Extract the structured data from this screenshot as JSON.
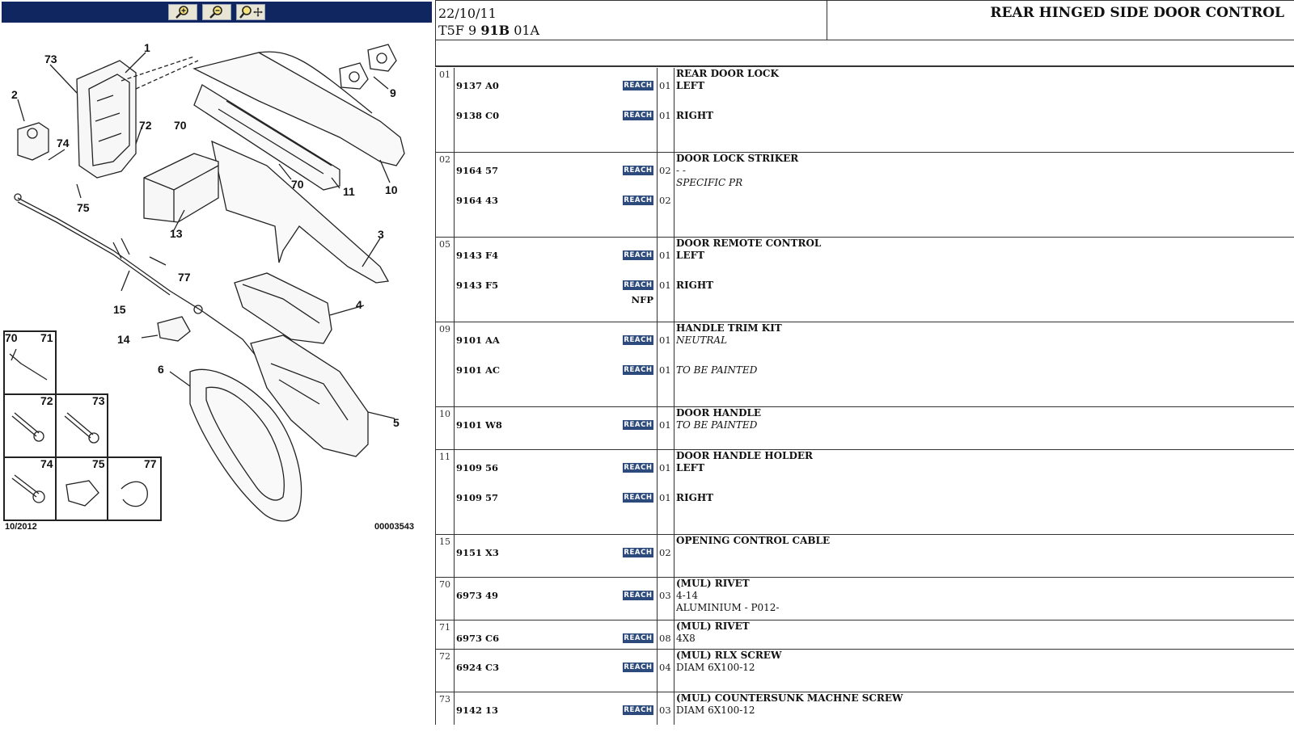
{
  "toolbar": {
    "buttons": [
      {
        "icon": "zoom-in-icon"
      },
      {
        "icon": "zoom-out-icon"
      },
      {
        "icon": "pan-icon"
      }
    ]
  },
  "diagram": {
    "callouts": [
      "73",
      "1",
      "2",
      "74",
      "70",
      "72",
      "75",
      "13",
      "15",
      "77",
      "14",
      "6",
      "11",
      "10",
      "9",
      "3",
      "4",
      "5",
      "70"
    ],
    "inset_labels": [
      "70",
      "71",
      "72",
      "73",
      "74",
      "75",
      "77"
    ],
    "date": "10/2012",
    "image_ref": "00003543"
  },
  "header": {
    "date": "22/10/11",
    "code_prefix": "T5F 9 ",
    "code_bold": "91B",
    "code_suffix": " 01A",
    "title": "REAR HINGED SIDE DOOR CONTROL"
  },
  "reach_label": "REACH",
  "groups": [
    {
      "ref": "01",
      "title": "REAR DOOR LOCK",
      "lines": [
        {
          "text": "LEFT",
          "style": "b"
        },
        {
          "text": "RIGHT",
          "style": "b"
        }
      ],
      "parts": [
        {
          "pn": "9137 A0",
          "qty": "01"
        },
        {
          "pn": "9138 C0",
          "qty": "01"
        }
      ]
    },
    {
      "ref": "02",
      "title": "DOOR LOCK STRIKER",
      "lines": [
        {
          "text": "- -",
          "style": "it"
        },
        {
          "text": "SPECIFIC PR",
          "style": "it"
        }
      ],
      "parts": [
        {
          "pn": "9164 57",
          "qty": "02"
        },
        {
          "pn": "9164 43",
          "qty": "02"
        }
      ]
    },
    {
      "ref": "05",
      "title": "DOOR REMOTE CONTROL",
      "lines": [
        {
          "text": "LEFT",
          "style": "b"
        },
        {
          "text": "RIGHT",
          "style": "b"
        }
      ],
      "parts": [
        {
          "pn": "9143 F4",
          "qty": "01"
        },
        {
          "pn": "9143 F5",
          "qty": "01"
        }
      ],
      "note": "NFP"
    },
    {
      "ref": "09",
      "title": "HANDLE TRIM KIT",
      "lines": [
        {
          "text": "NEUTRAL",
          "style": "it"
        },
        {
          "text": "TO BE PAINTED",
          "style": "it"
        }
      ],
      "parts": [
        {
          "pn": "9101 AA",
          "qty": "01"
        },
        {
          "pn": "9101 AC",
          "qty": "01"
        }
      ]
    },
    {
      "ref": "10",
      "title": "DOOR HANDLE",
      "lines": [
        {
          "text": "TO BE PAINTED",
          "style": "it"
        }
      ],
      "parts": [
        {
          "pn": "9101 W8",
          "qty": "01"
        }
      ]
    },
    {
      "ref": "11",
      "title": "DOOR HANDLE HOLDER",
      "lines": [
        {
          "text": "LEFT",
          "style": "b"
        },
        {
          "text": "RIGHT",
          "style": "b"
        }
      ],
      "parts": [
        {
          "pn": "9109 56",
          "qty": "01"
        },
        {
          "pn": "9109 57",
          "qty": "01"
        }
      ]
    },
    {
      "ref": "15",
      "title": "OPENING CONTROL CABLE",
      "lines": [],
      "parts": [
        {
          "pn": "9151 X3",
          "qty": "02"
        }
      ]
    },
    {
      "ref": "70",
      "title": "(MUL) RIVET",
      "lines": [
        {
          "text": "4-14",
          "style": ""
        },
        {
          "text": "ALUMINIUM - P012-",
          "style": ""
        }
      ],
      "parts": [
        {
          "pn": "6973 49",
          "qty": "03"
        }
      ]
    },
    {
      "ref": "71",
      "title": "(MUL) RIVET",
      "lines": [
        {
          "text": "4X8",
          "style": ""
        }
      ],
      "parts": [
        {
          "pn": "6973 C6",
          "qty": "08"
        }
      ]
    },
    {
      "ref": "72",
      "title": "(MUL) RLX SCREW",
      "lines": [
        {
          "text": "DIAM 6X100-12",
          "style": ""
        }
      ],
      "parts": [
        {
          "pn": "6924 C3",
          "qty": "04"
        }
      ]
    },
    {
      "ref": "73",
      "title": "(MUL) COUNTERSUNK MACHNE SCREW",
      "lines": [
        {
          "text": "DIAM 6X100-12",
          "style": ""
        }
      ],
      "parts": [
        {
          "pn": "9142 13",
          "qty": "03"
        }
      ]
    }
  ]
}
